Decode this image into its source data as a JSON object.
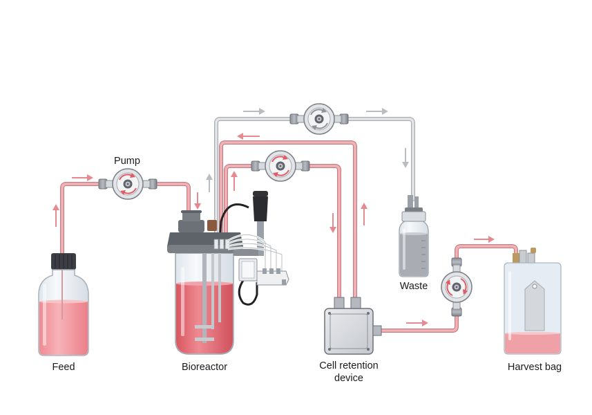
{
  "labels": {
    "pump": "Pump",
    "feed": "Feed",
    "bioreactor": "Bioreactor",
    "cell_retention_line1": "Cell retention",
    "cell_retention_line2": "device",
    "waste": "Waste",
    "harvest_bag": "Harvest bag"
  },
  "colors": {
    "medium_line": "#e7a0a4",
    "medium_line_edge": "#c97c82",
    "waste_line": "#d4d6d9",
    "waste_line_edge": "#a9adb2",
    "arrow_medium": "#e58a90",
    "arrow_waste": "#b9bcc1",
    "liquid": "#e76e78",
    "glass": "#eef2f5",
    "metal_dark": "#5d6168",
    "metal_light": "#c9ccd1"
  }
}
